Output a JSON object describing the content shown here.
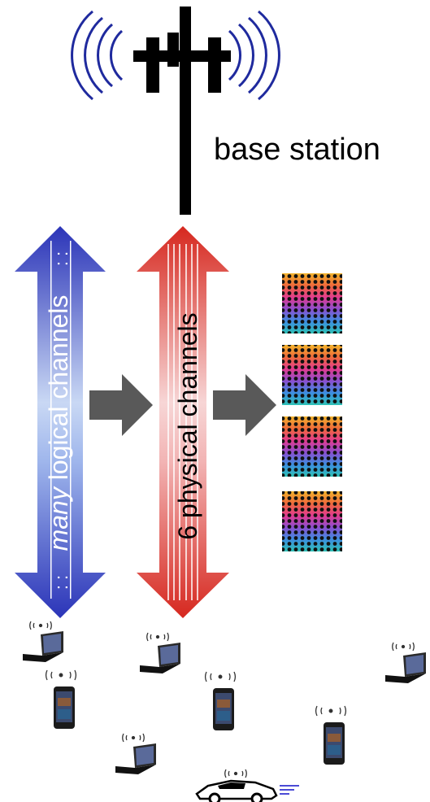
{
  "labels": {
    "base_station": "base station",
    "logical_emph": "many",
    "logical_rest": " logical channels",
    "physical": "6 physical channels",
    "ellipsis": ": :"
  },
  "colors": {
    "antenna": "#000000",
    "radio_waves": "#1f2a9e",
    "logical_arrow_top": "#2b34b8",
    "logical_arrow_mid": "#c9d8f4",
    "physical_arrow_top": "#d6281f",
    "physical_arrow_mid": "#f7d6d6",
    "process_arrow": "#595959",
    "car_stripes": "#4b4bd6"
  },
  "icons": {
    "tower": "base-station-tower-icon",
    "resource_grid": "resource-block-grid-icon",
    "laptop": "wireless-laptop-icon",
    "phone": "wireless-smartphone-icon",
    "car": "wireless-car-icon"
  },
  "resource_grid_count": 4,
  "devices": [
    "laptop",
    "laptop",
    "laptop",
    "laptop",
    "phone",
    "phone",
    "phone",
    "car"
  ]
}
